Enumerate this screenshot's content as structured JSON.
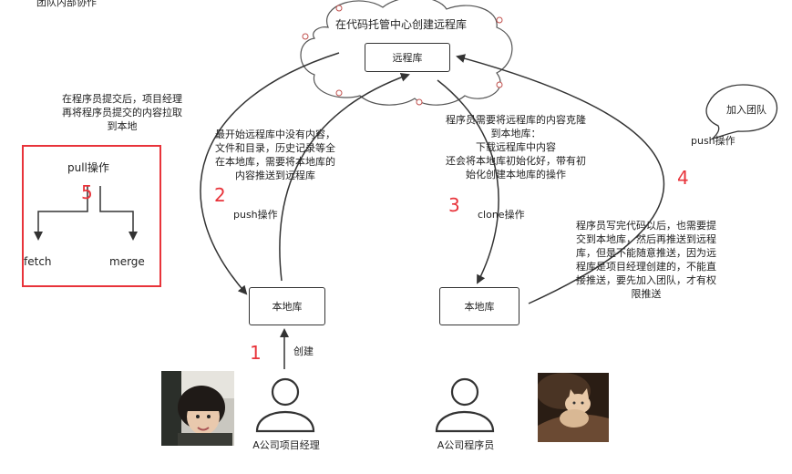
{
  "top_left_note": "团队内部协作",
  "cloud_title": "在代码托管中心创建远程库",
  "remote_repo": "远程库",
  "local_repo": "本地库",
  "bubble": "加入团队",
  "number_labels": [
    "1",
    "2",
    "3",
    "4",
    "5"
  ],
  "manager_note": "在程序员提交后，项目经理\n再将程序员提交的内容拉取\n到本地",
  "pull_label": "pull操作",
  "fetch_label": "fetch",
  "merge_label": "merge",
  "push_note": "最开始远程库中没有内容，\n文件和目录，历史记录等全\n在本地库，需要将本地库的\n内容推送到远程库",
  "push_label": "push操作",
  "clone_note": "程序员需要将远程库的内容克隆\n到本地库：\n下载远程库中内容\n还会将本地库初始化好，带有初\n始化创建本地库的操作",
  "clone_label": "clone操作",
  "push2_label": "push操作",
  "programmer_note": "程序员写完代码以后，也需要提\n交到本地库，然后再推送到远程\n库，但是不能随意推送，因为远\n程库是项目经理创建的，不能直\n接推送，要先加入团队，才有权\n限推送",
  "create_label": "创建",
  "manager_label": "A公司项目经理",
  "programmer_label": "A公司程序员",
  "colors": {
    "accent_red": "#e8333a",
    "line": "#333333",
    "cloud_dot": "#c0504d"
  },
  "icons": [
    "person-icon",
    "cloud-shape",
    "speech-bubble",
    "photo-child",
    "photo-cat"
  ]
}
